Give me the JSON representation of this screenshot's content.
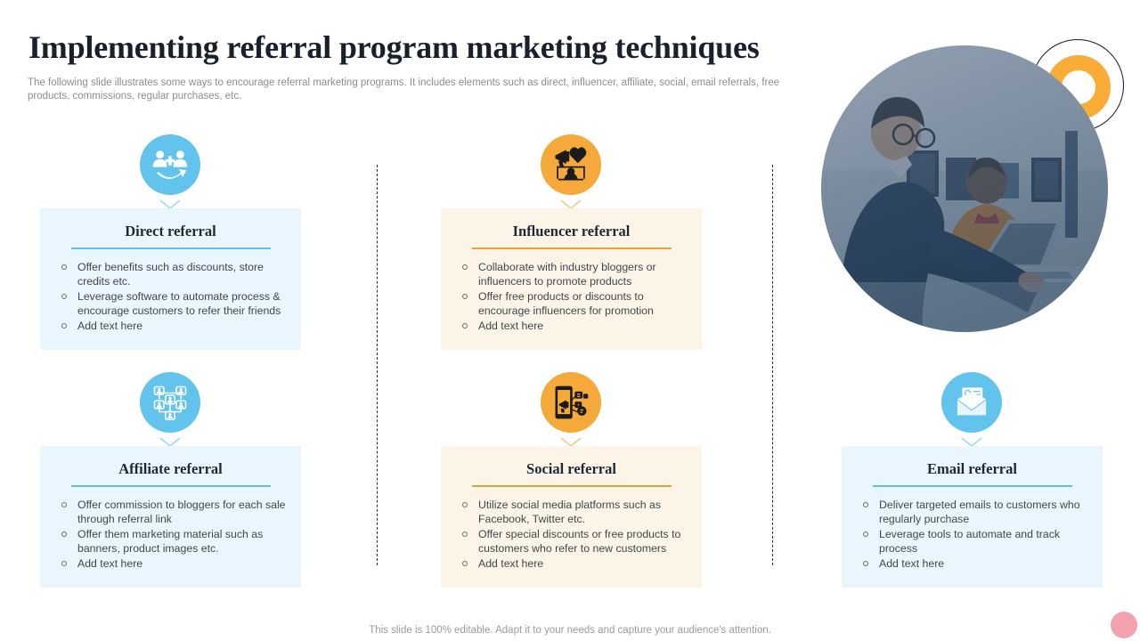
{
  "header": {
    "title": "Implementing referral program marketing techniques",
    "subtitle": "The following slide illustrates some ways to encourage referral marketing programs. It includes elements such as direct, influencer, affiliate, social, email referrals, free products, commissions, regular purchases, etc."
  },
  "colors": {
    "blue": "#62c4ec",
    "orange": "#f4a93a",
    "card_blue_bg": "#eaf6fd",
    "card_cream_bg": "#fdf4e8",
    "rule_blue": "#67bfe0",
    "rule_orange": "#dda53f",
    "title": "#19202b",
    "accent_pink": "#f2a3ae",
    "deco_orange": "#f9ac36"
  },
  "photo": {
    "alt": "Two businessmen smiling at a laptop in an office",
    "icon": "team-photo"
  },
  "cards": [
    {
      "id": "direct",
      "title": "Direct referral",
      "theme": "blue",
      "icon": "two-people-referral-icon",
      "bullets": [
        "Offer benefits such as discounts, store credits etc.",
        "Leverage software to automate process & encourage customers to refer their friends",
        "Add text here"
      ]
    },
    {
      "id": "influencer",
      "title": "Influencer referral",
      "theme": "cream",
      "icon": "megaphone-heart-influencer-icon",
      "bullets": [
        "Collaborate with industry bloggers or influencers to promote products",
        "Offer free products or discounts to encourage influencers for promotion",
        "Add text here"
      ]
    },
    {
      "id": "affiliate",
      "title": "Affiliate referral",
      "theme": "blue",
      "icon": "network-hierarchy-icon",
      "bullets": [
        "Offer commission to bloggers for each sale through referral link",
        "Offer them marketing material such as banners, product images etc.",
        "Add text here"
      ]
    },
    {
      "id": "social",
      "title": "Social referral",
      "theme": "cream",
      "icon": "phone-social-megaphone-icon",
      "bullets": [
        "Utilize social media platforms such as Facebook, Twitter etc.",
        "Offer special discounts or free products to customers who refer to new customers",
        "Add text here"
      ]
    },
    {
      "id": "email",
      "title": "Email referral",
      "theme": "blue",
      "icon": "open-envelope-letter-icon",
      "bullets": [
        "Deliver targeted emails to customers who regularly purchase",
        "Leverage tools to automate and track process",
        "Add text here"
      ]
    }
  ],
  "footer": {
    "note": "This slide is 100% editable. Adapt it to your needs and capture your audience's attention."
  }
}
